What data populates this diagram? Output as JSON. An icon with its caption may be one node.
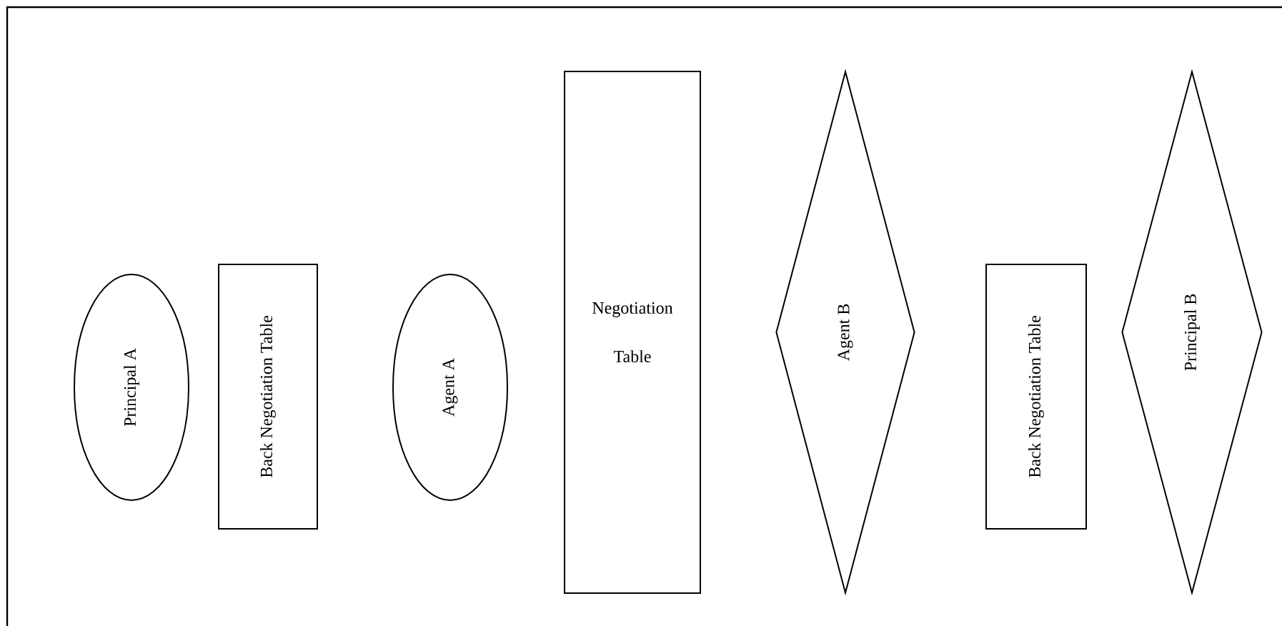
{
  "diagram": {
    "nodes": [
      {
        "text": [
          "Principal A"
        ]
      },
      {
        "text": [
          "Back Negotiation Table"
        ]
      },
      {
        "text": [
          "Agent A"
        ]
      },
      {
        "text": [
          "Negotiation Table"
        ]
      },
      {
        "text": [
          "Agent B"
        ]
      },
      {
        "text": [
          "Back Negotiation Table"
        ]
      },
      {
        "text": [
          "Principal B"
        ]
      }
    ]
  }
}
